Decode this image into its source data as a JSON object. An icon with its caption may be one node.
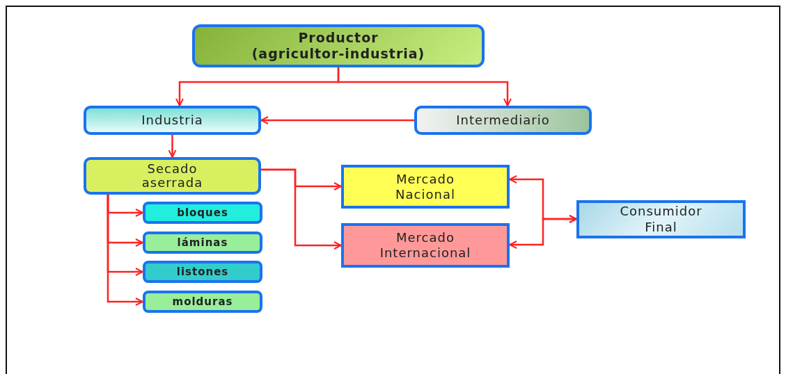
{
  "diagram": {
    "nodes": [
      {
        "text": [
          "Productor",
          "(agricultor-industria)"
        ]
      },
      {
        "text": [
          "Industria"
        ]
      },
      {
        "text": [
          "Intermediario"
        ]
      },
      {
        "text": [
          "Secado aserrada"
        ]
      },
      {
        "text": [
          "bloques"
        ]
      },
      {
        "text": [
          "láminas"
        ]
      },
      {
        "text": [
          "listones"
        ]
      },
      {
        "text": [
          "molduras"
        ]
      },
      {
        "text": [
          "Mercado Nacional"
        ]
      },
      {
        "text": [
          "Mercado Internacional"
        ]
      },
      {
        "text": [
          "Consumidor Final"
        ]
      }
    ],
    "edges": [
      {
        "from": 0,
        "to": 1,
        "arrow": "to"
      },
      {
        "from": 0,
        "to": 2,
        "arrow": "to"
      },
      {
        "from": 2,
        "to": 1,
        "arrow": "to"
      },
      {
        "from": 1,
        "to": 3,
        "arrow": "to"
      },
      {
        "from": 3,
        "to": 4,
        "arrow": "to"
      },
      {
        "from": 3,
        "to": 5,
        "arrow": "to"
      },
      {
        "from": 3,
        "to": 6,
        "arrow": "to"
      },
      {
        "from": 3,
        "to": 7,
        "arrow": "to"
      },
      {
        "from": 3,
        "to": 8,
        "arrow": "to"
      },
      {
        "from": 3,
        "to": 9,
        "arrow": "to"
      },
      {
        "from": 8,
        "to": 10,
        "arrow": "both"
      },
      {
        "from": 9,
        "to": 10,
        "arrow": "both"
      }
    ]
  }
}
